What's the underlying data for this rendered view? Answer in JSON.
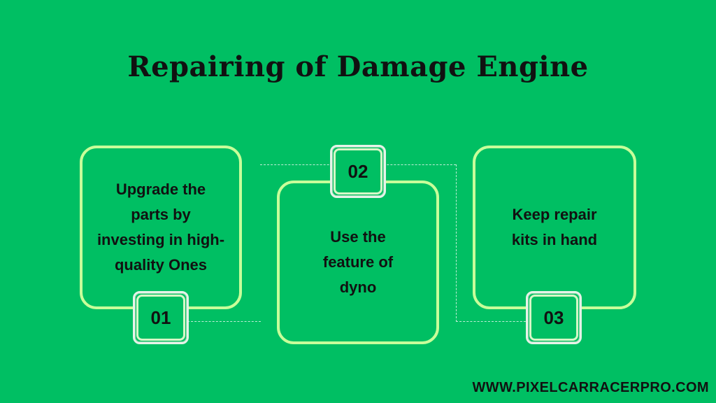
{
  "title": "Repairing of Damage Engine",
  "steps": [
    {
      "number": "01",
      "text": "Upgrade the parts by investing in high-quality Ones"
    },
    {
      "number": "02",
      "text": "Use the feature of dyno"
    },
    {
      "number": "03",
      "text": "Keep repair kits in hand"
    }
  ],
  "footer": "WWW.PIXELCARRACERPRO.COM",
  "colors": {
    "background": "#00bf63",
    "card_border": "#c8ff9a",
    "text": "#111111"
  }
}
